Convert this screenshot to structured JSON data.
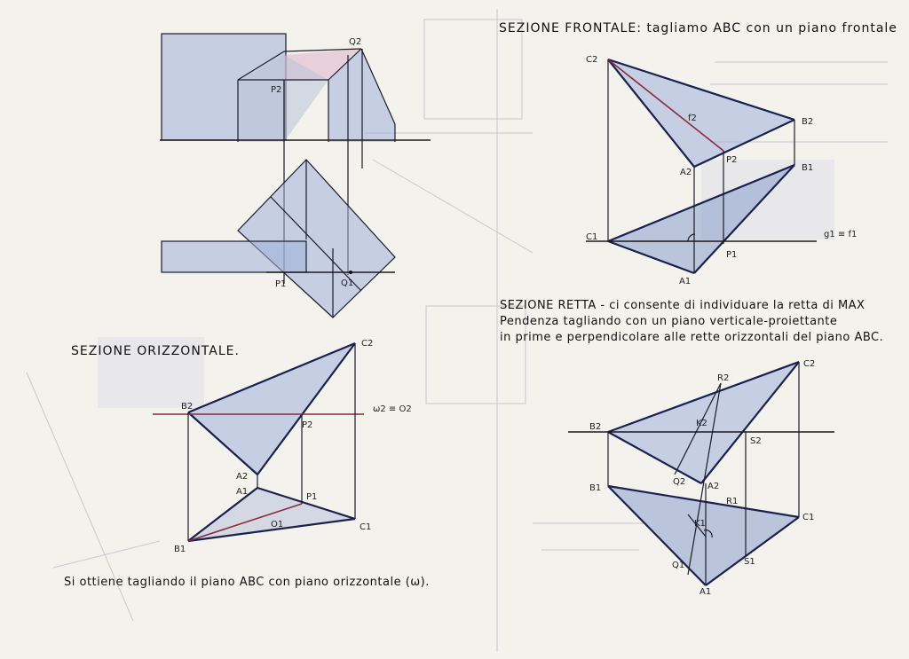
{
  "headings": {
    "frontale": "SEZIONE FRONTALE: tagliamo ABC con un piano frontale",
    "orizzontale": "SEZIONE ORIZZONTALE.",
    "retta_1": "SEZIONE RETTA - ci consente di individuare la retta di MAX",
    "retta_2": "Pendenza tagliando con un piano verticale-proiettante",
    "retta_3": "in prime e perpendicolare alle rette orizzontali del piano ABC."
  },
  "captions": {
    "orizzontale_note": "Si ottiene tagliando il piano ABC con piano orizzontale (ω)."
  },
  "labels": {
    "q2": "Q2",
    "p2": "P2",
    "p1": "P1",
    "q1": "Q1",
    "c2_f": "C2",
    "b2_f": "B2",
    "a2_f": "A2",
    "p2_f": "P2",
    "f2_f": "f2",
    "b1_f": "B1",
    "c1_f": "C1",
    "p1_f": "P1",
    "a1_f": "A1",
    "g1f1": "g1 ≡ f1",
    "c2_o": "C2",
    "b2_o": "B2",
    "w2o2": "ω2 ≡ O2",
    "p2_o": "P2",
    "a2_o": "A2",
    "a1_o": "A1",
    "p1_o": "P1",
    "o1_o": "O1",
    "c1_o": "C1",
    "b1_o": "B1",
    "c2_r": "C2",
    "r2_r": "R2",
    "b2_r": "B2",
    "k2_r": "K2",
    "s2_r": "S2",
    "q2_r": "Q2",
    "a2_r": "A2",
    "b1_r": "B1",
    "r1_r": "R1",
    "c1_r": "C1",
    "k1_r": "K1",
    "q1_r": "Q1",
    "s1_r": "S1",
    "a1_r": "A1"
  }
}
